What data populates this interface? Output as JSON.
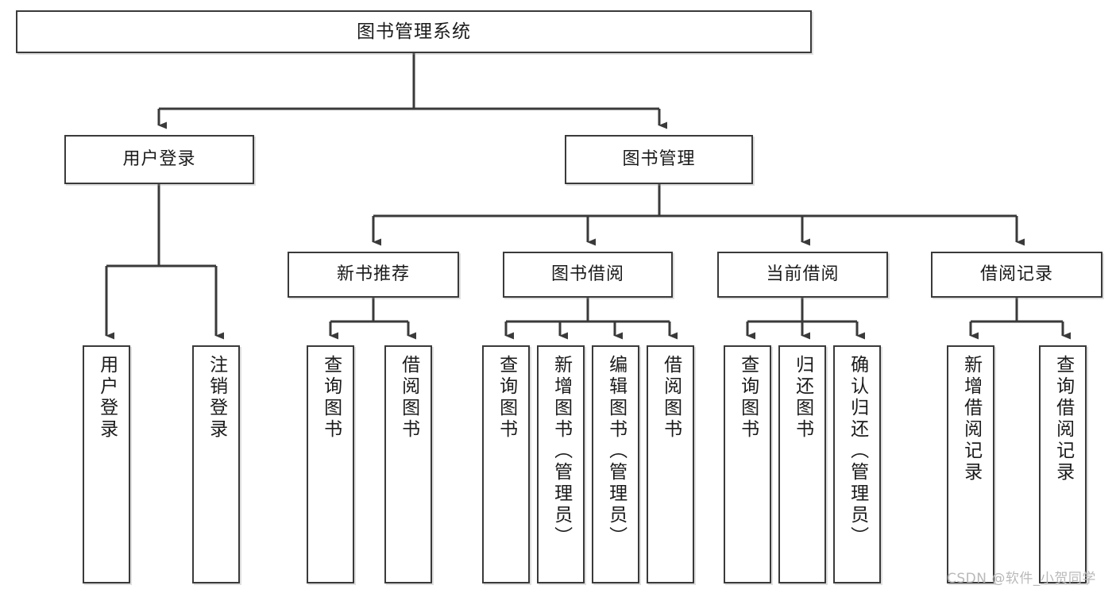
{
  "diagram": {
    "title": "图书管理系统",
    "type": "hierarchy-tree",
    "watermark": "CSDN @软件_小贺同学",
    "colors": {
      "box_border": "#3a3a3a",
      "box_fill": "#ffffff",
      "edge": "#3a3a3a",
      "text": "#1b1b1b",
      "watermark": "#b9b9b9",
      "background": "#ffffff"
    },
    "root": {
      "label": "图书管理系统"
    },
    "level2": [
      {
        "label": "用户登录"
      },
      {
        "label": "图书管理"
      }
    ],
    "level3": [
      {
        "label": "新书推荐"
      },
      {
        "label": "图书借阅"
      },
      {
        "label": "当前借阅"
      },
      {
        "label": "借阅记录"
      }
    ],
    "leaves": {
      "user_login": [
        {
          "label": "用户登录"
        },
        {
          "label": "注销登录"
        }
      ],
      "new_book_recommend": [
        {
          "label": "查询图书"
        },
        {
          "label": "借阅图书"
        }
      ],
      "book_borrow": [
        {
          "label": "查询图书"
        },
        {
          "label": "新增图书（管理员）"
        },
        {
          "label": "编辑图书（管理员）"
        },
        {
          "label": "借阅图书"
        }
      ],
      "current_borrow": [
        {
          "label": "查询图书"
        },
        {
          "label": "归还图书"
        },
        {
          "label": "确认归还（管理员）"
        }
      ],
      "borrow_record": [
        {
          "label": "新增借阅记录"
        },
        {
          "label": "查询借阅记录"
        }
      ]
    }
  }
}
